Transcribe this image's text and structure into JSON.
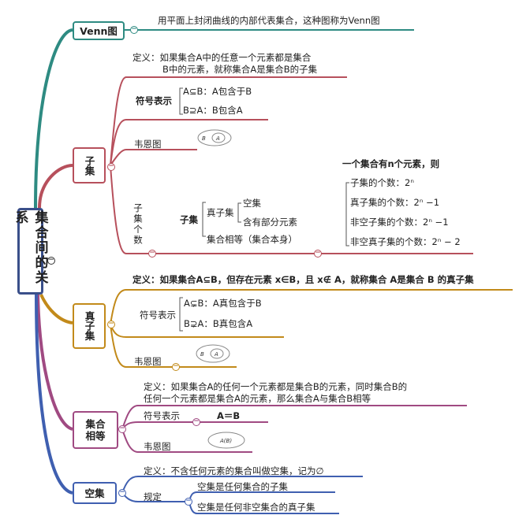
{
  "root": {
    "label": "集合间的关系"
  },
  "venn": {
    "box": "Venn图",
    "desc": "用平面上封闭曲线的内部代表集合，这种图称为Venn图"
  },
  "subset": {
    "box": "子集",
    "def_line1": "定义：如果集合A中的任意一个元素都是集合",
    "def_line2": "B中的元素，就称集合A是集合B的子集",
    "symbol_label": "符号表示",
    "sym1": "A⊆B：A包含于B",
    "sym2": "B⊇A：B包含A",
    "diagram_label": "韦恩图",
    "diagram_outer": "B",
    "diagram_inner": "A",
    "count_label": "子集个数",
    "tree_root": "子集",
    "proper": "真子集",
    "empty": "空集",
    "partial": "含有部分元素",
    "equal_self": "集合相等（集合本身）",
    "n_intro": "一个集合有n个元素，则",
    "n1": "子集的个数：2ⁿ",
    "n2": "真子集的个数：2ⁿ −1",
    "n3": "非空子集的个数：2ⁿ −1",
    "n4": "非空真子集的个数：2ⁿ − 2"
  },
  "proper_subset": {
    "box": "真子集",
    "def": "定义：如果集合A⊆B，但存在元素 x∈B，且 x∉ A，就称集合 A是集合 B 的真子集",
    "symbol_label": "符号表示",
    "sym1": "A⊊B：A真包含于B",
    "sym2": "B⊋A：B真包含A",
    "diagram_label": "韦恩图",
    "diagram_outer": "B",
    "diagram_inner": "A"
  },
  "equal_sets": {
    "box": "集合相等",
    "def_line1": "定义：如果集合A的任何一个元素都是集合B的元素，同时集合B的",
    "def_line2": "任何一个元素都是集合A的元素，那么集合A与集合B相等",
    "symbol_label": "符号表示",
    "symbol_value": "A＝B",
    "diagram_label": "韦恩图",
    "diagram_text": "A(B)"
  },
  "empty_set": {
    "box": "空集",
    "def": "定义：不含任何元素的集合叫做空集，记为∅",
    "rule_label": "规定",
    "rule1": "空集是任何集合的子集",
    "rule2": "空集是任何非空集合的真子集"
  },
  "colors": {
    "root": "#3a4f8a",
    "venn": "#2e8b82",
    "subset": "#b7505c",
    "proper": "#c28a1a",
    "equal": "#a04a82",
    "empty": "#3f5fb0"
  }
}
